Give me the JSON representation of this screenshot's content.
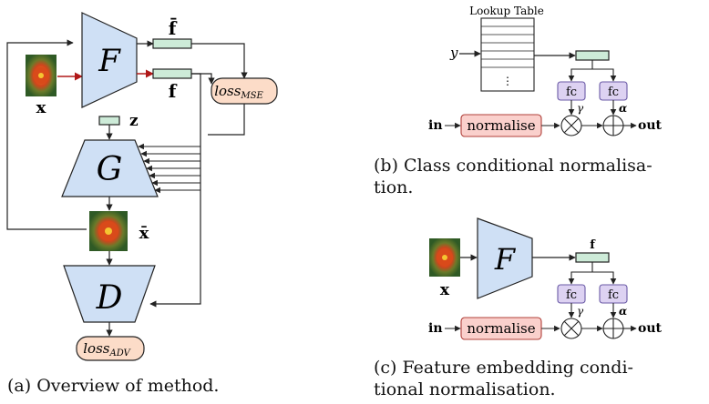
{
  "panel_a": {
    "F": "F",
    "G": "G",
    "D": "D",
    "f_bar": "f̄",
    "f": "f",
    "x": "x",
    "x_bar": "x̄",
    "z": "z",
    "loss_mse": "loss",
    "loss_mse_sub": "MSE",
    "loss_adv": "loss",
    "loss_adv_sub": "ADV",
    "caption": "(a) Overview of method."
  },
  "panel_b": {
    "lookup_title": "Lookup Table",
    "y": "y",
    "ellipsis": "⋮",
    "fc1": "fc",
    "fc2": "fc",
    "gamma": "γ",
    "alpha": "α",
    "in": "in",
    "normalise": "normalise",
    "out": "out",
    "caption_line1": "(b) Class conditional normalisa-",
    "caption_line2": "tion."
  },
  "panel_c": {
    "F": "F",
    "f": "f",
    "x": "x",
    "fc1": "fc",
    "fc2": "fc",
    "gamma": "γ",
    "alpha": "α",
    "in": "in",
    "normalise": "normalise",
    "out": "out",
    "caption_line1": "(c) Feature embedding condi-",
    "caption_line2": "tional normalisation."
  },
  "colors": {
    "network_fill": "#cfe0f5",
    "feature_fill": "#cdebd8",
    "fc_fill": "#ddd2f2",
    "normalise_fill": "#fad0cc",
    "loss_fill": "#fcdcc8",
    "image_red_arrow": "#b01818"
  }
}
